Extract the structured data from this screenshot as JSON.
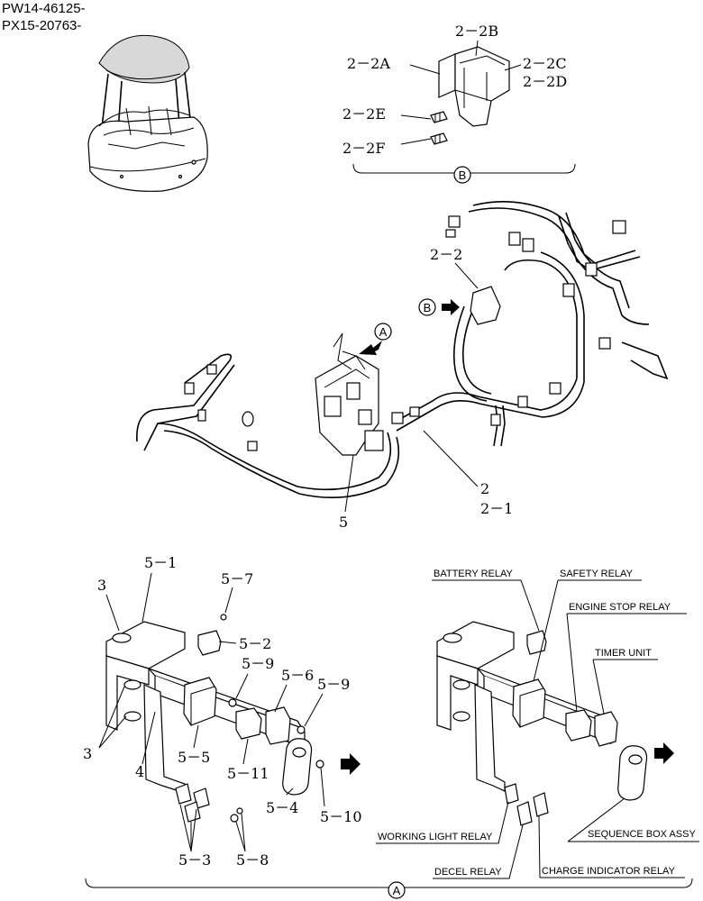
{
  "header": {
    "serial_1": "PW14-46125-",
    "serial_2": "PX15-20763-"
  },
  "detail_b": {
    "labels": {
      "p2_2B": "2－2B",
      "p2_2A": "2－2A",
      "p2_2C": "2－2C",
      "p2_2D": "2－2D",
      "p2_2E": "2－2E",
      "p2_2F": "2－2F"
    },
    "view_marker": "B"
  },
  "harness": {
    "labels": {
      "p2_2": "2－2",
      "p2": "2",
      "p2_1": "2－1",
      "p5": "5"
    },
    "arrow_a": "A",
    "arrow_b": "B"
  },
  "detail_a_left": {
    "labels": {
      "p5_1": "5－1",
      "p5_7": "5－7",
      "p3_top": "3",
      "p5_2": "5－2",
      "p5_9a": "5－9",
      "p5_6": "5－6",
      "p5_9b": "5－9",
      "p3_left": "3",
      "p4": "4",
      "p5_5": "5－5",
      "p5_11": "5－11",
      "p5_4": "5－4",
      "p5_10": "5－10",
      "p5_3": "5－3",
      "p5_8": "5－8"
    }
  },
  "detail_a_right": {
    "callouts": {
      "battery_relay": "BATTERY RELAY",
      "safety_relay": "SAFETY RELAY",
      "engine_stop_relay": "ENGINE STOP RELAY",
      "timer_unit": "TIMER UNIT",
      "working_light_relay": "WORKING LIGHT RELAY",
      "sequence_box_assy": "SEQUENCE BOX ASSY",
      "decel_relay": "DECEL RELAY",
      "charge_indicator_relay": "CHARGE INDICATOR RELAY"
    },
    "view_marker": "A"
  }
}
